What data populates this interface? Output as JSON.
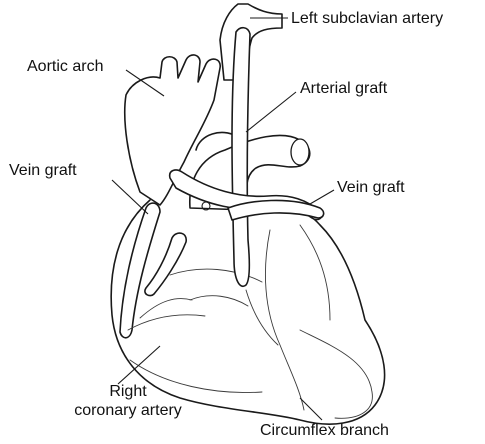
{
  "labels": {
    "left_subclavian_artery": "Left subclavian artery",
    "aortic_arch": "Aortic arch",
    "arterial_graft": "Arterial graft",
    "vein_graft_left": "Vein graft",
    "vein_graft_right": "Vein graft",
    "right_coronary_artery_line1": "Right",
    "right_coronary_artery_line2": "coronary artery",
    "circumflex_branch": "Circumflex branch"
  },
  "colors": {
    "line": "#1a1a1a",
    "background": "#ffffff"
  }
}
